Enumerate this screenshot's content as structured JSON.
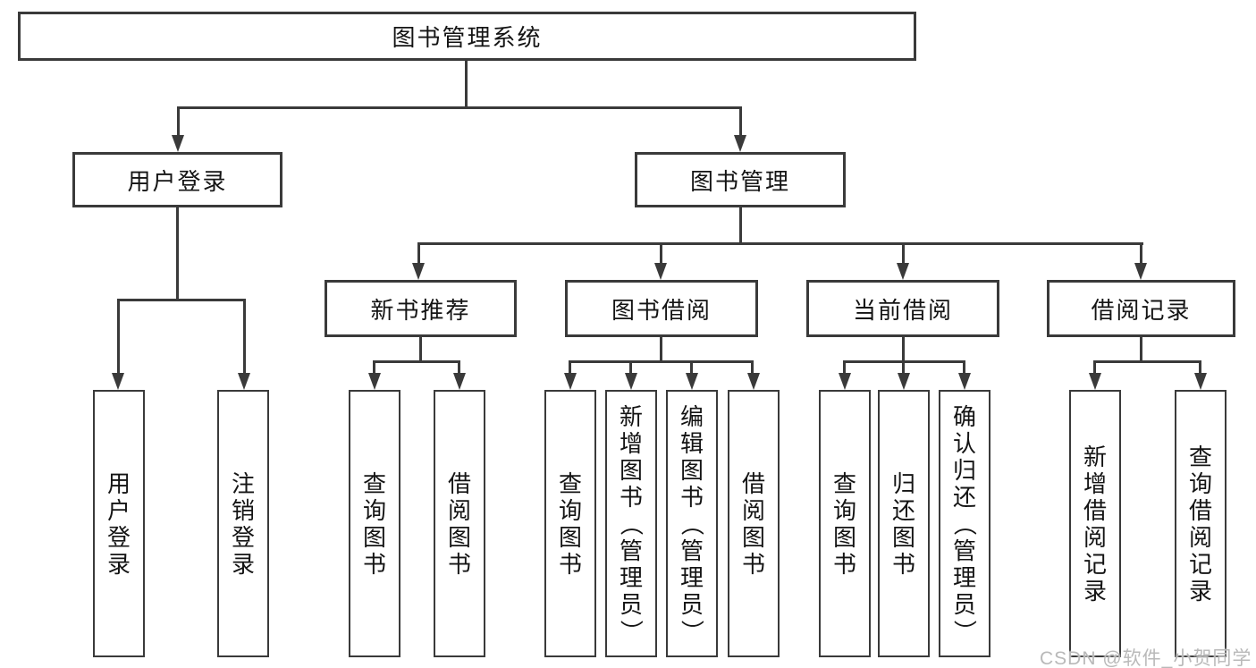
{
  "tree": {
    "root": {
      "label": "图书管理系统"
    },
    "user_branch": {
      "label": "用户登录",
      "children": [
        {
          "label": "用户登录"
        },
        {
          "label": "注销登录"
        }
      ]
    },
    "management_branch": {
      "label": "图书管理",
      "groups": [
        {
          "label": "新书推荐",
          "children": [
            {
              "label": "查询图书"
            },
            {
              "label": "借阅图书"
            }
          ]
        },
        {
          "label": "图书借阅",
          "children": [
            {
              "label": "查询图书"
            },
            {
              "label": "新增图书（管理员）"
            },
            {
              "label": "编辑图书（管理员）"
            },
            {
              "label": "借阅图书"
            }
          ]
        },
        {
          "label": "当前借阅",
          "children": [
            {
              "label": "查询图书"
            },
            {
              "label": "归还图书"
            },
            {
              "label": "确认归还（管理员）"
            }
          ]
        },
        {
          "label": "借阅记录",
          "children": [
            {
              "label": "新增借阅记录"
            },
            {
              "label": "查询借阅记录"
            }
          ]
        }
      ]
    }
  },
  "watermark": "CSDN @软件_小贺同学",
  "colors": {
    "line": "#3a3a3a",
    "box_border": "#3a3a3a",
    "text": "#141414",
    "watermark": "#b9b9b9",
    "background": "#ffffff"
  }
}
